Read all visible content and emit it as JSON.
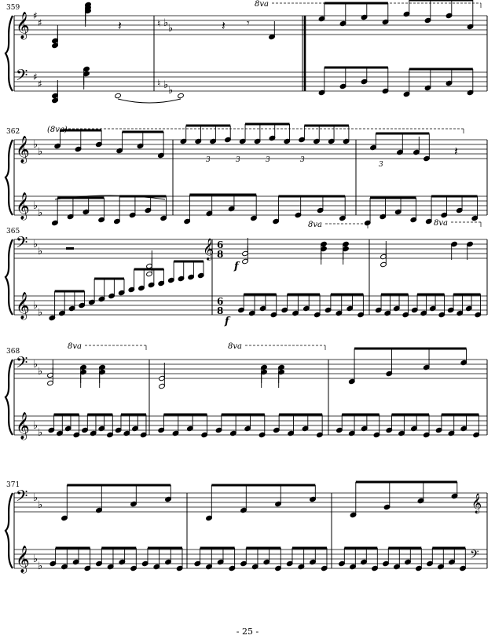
{
  "document": {
    "page_number": "- 25 -",
    "systems": [
      {
        "measure_number": "359",
        "octave_marks": [
          "8va"
        ]
      },
      {
        "measure_number": "362",
        "octave_marks": [
          "(8va)"
        ]
      },
      {
        "measure_number": "365",
        "octave_marks": [
          "8va",
          "8va"
        ]
      },
      {
        "measure_number": "368",
        "octave_marks": [
          "8va",
          "8va"
        ]
      },
      {
        "measure_number": "371",
        "octave_marks": []
      }
    ],
    "dynamics": [
      "f",
      "f"
    ],
    "time_signature": {
      "top": "6",
      "bottom": "8"
    },
    "tuplet_label": "3"
  }
}
